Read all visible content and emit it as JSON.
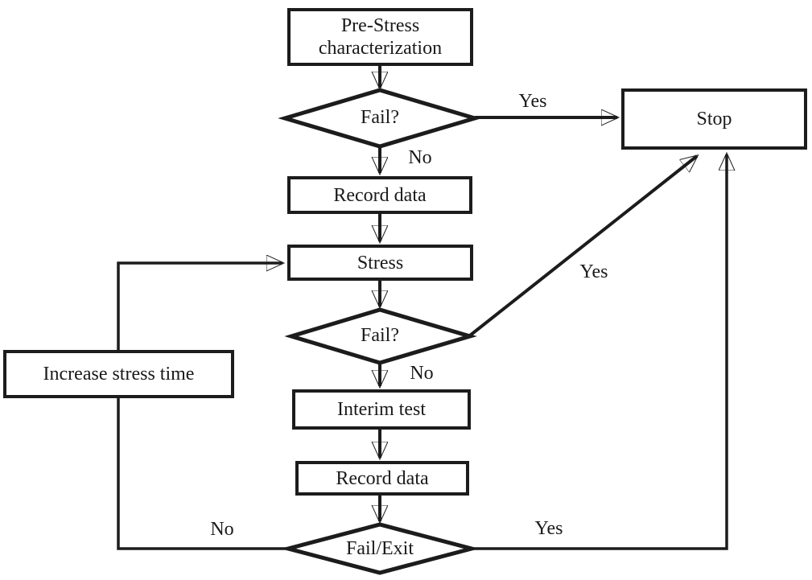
{
  "diagram": {
    "background_color": "#ffffff",
    "line_color": "#1c1c1c",
    "nodes": {
      "pre_stress": {
        "line1": "Pre-Stress",
        "line2": "characterization"
      },
      "fail1": {
        "label": "Fail?"
      },
      "stop": {
        "label": "Stop"
      },
      "record1": {
        "label": "Record data"
      },
      "stress": {
        "label": "Stress"
      },
      "fail2": {
        "label": "Fail?"
      },
      "increase_stress_time": {
        "label": "Increase stress time"
      },
      "interim_test": {
        "label": "Interim test"
      },
      "record2": {
        "label": "Record data"
      },
      "fail_exit": {
        "label": "Fail/Exit"
      }
    },
    "edge_labels": {
      "fail1_yes": "Yes",
      "fail1_no": "No",
      "fail2_yes": "Yes",
      "fail2_no": "No",
      "fail_exit_no": "No",
      "fail_exit_yes": "Yes"
    }
  }
}
